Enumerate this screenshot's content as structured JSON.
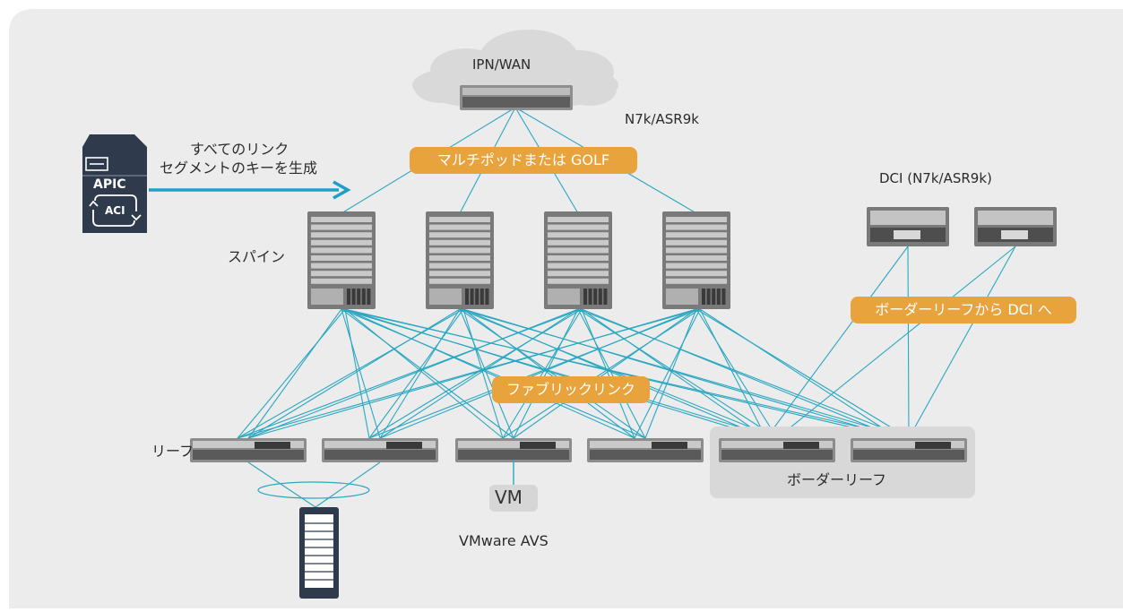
{
  "diagram": {
    "wan_label": "IPN/WAN",
    "wan_router_label": "N7k/ASR9k",
    "apic": {
      "caption_line1": "すべてのリンク",
      "caption_line2": "セグメントのキーを生成",
      "apic_text": "APIC",
      "aci_text": "ACI"
    },
    "pill_multipod": "マルチポッドまたは GOLF",
    "spine_label": "スパイン",
    "dci_label": "DCI (N7k/ASR9k)",
    "pill_border_to_dci": "ボーダーリーフから DCI へ",
    "pill_fabric_links": "ファブリックリンク",
    "leaf_label": "リーフ",
    "vm_label": "VM",
    "vmware_label": "VMware AVS",
    "border_leaf_label": "ボーダーリーフ",
    "colors": {
      "panel": "#ececec",
      "cloud": "#d9d9d9",
      "link": "#2aa7c1",
      "pill": "#e8a33d",
      "arrow": "#1f9ec9",
      "apic": "#2f3b4c"
    }
  }
}
